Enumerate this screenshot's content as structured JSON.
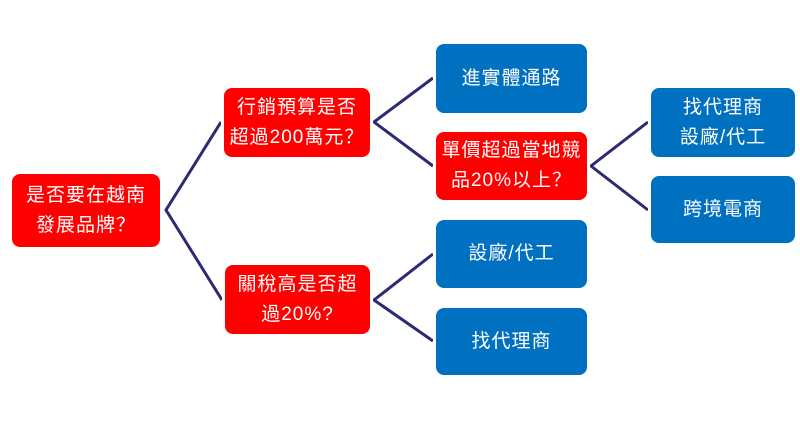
{
  "diagram": {
    "type": "decision-tree",
    "colors": {
      "decision_fill": "#FF0000",
      "outcome_fill": "#0070C0",
      "node_border": "#FFFFFF",
      "node_text": "#FFFFFF",
      "connector": "#2B2B73"
    },
    "nodes": {
      "root": {
        "kind": "decision",
        "lines": [
          "是否要在越南",
          "發展品牌？"
        ]
      },
      "budget": {
        "kind": "decision",
        "lines": [
          "行銷預算是否",
          "超過200萬元？"
        ]
      },
      "tariff": {
        "kind": "decision",
        "lines": [
          "關稅高是否超",
          "過20%?"
        ]
      },
      "physical": {
        "kind": "outcome",
        "lines": [
          "進實體通路"
        ]
      },
      "price": {
        "kind": "decision",
        "lines": [
          "單價超過當地競",
          "品20%以上？"
        ]
      },
      "factory": {
        "kind": "outcome",
        "lines": [
          "設廠/代工"
        ]
      },
      "agent": {
        "kind": "outcome",
        "lines": [
          "找代理商"
        ]
      },
      "agent_factory": {
        "kind": "outcome",
        "lines": [
          "找代理商",
          "設廠/代工"
        ]
      },
      "ecommerce": {
        "kind": "outcome",
        "lines": [
          "跨境電商"
        ]
      }
    },
    "edges": [
      {
        "from": "root",
        "to": "budget"
      },
      {
        "from": "root",
        "to": "tariff"
      },
      {
        "from": "budget",
        "to": "physical"
      },
      {
        "from": "budget",
        "to": "price"
      },
      {
        "from": "tariff",
        "to": "factory"
      },
      {
        "from": "tariff",
        "to": "agent"
      },
      {
        "from": "price",
        "to": "agent_factory"
      },
      {
        "from": "price",
        "to": "ecommerce"
      }
    ]
  }
}
